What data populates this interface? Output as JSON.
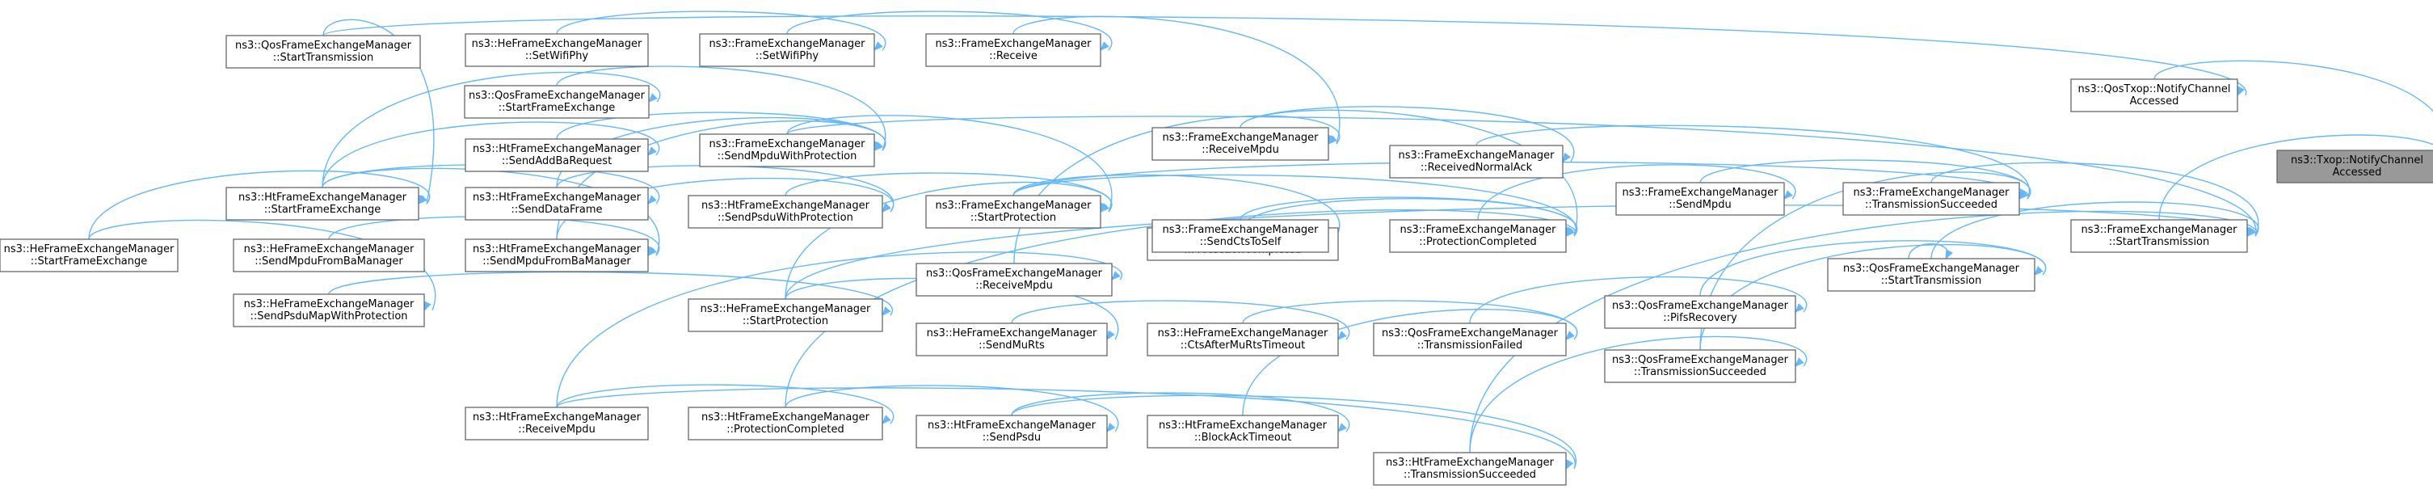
{
  "graph": {
    "title": "",
    "nodes": [
      {
        "id": "root",
        "line1": "ns3::Txop::NotifyChannel",
        "line2": "Accessed",
        "root": true
      },
      {
        "id": "qtxop",
        "line1": "ns3::QosTxop::NotifyChannel",
        "line2": "Accessed"
      },
      {
        "id": "fem_st",
        "line1": "ns3::FrameExchangeManager",
        "line2": "::StartTransmission"
      },
      {
        "id": "fem_ts",
        "line1": "ns3::FrameExchangeManager",
        "line2": "::TransmissionSucceeded"
      },
      {
        "id": "qfem_st2",
        "line1": "ns3::QosFrameExchangeManager",
        "line2": "::StartTransmission"
      },
      {
        "id": "fem_sm",
        "line1": "ns3::FrameExchangeManager",
        "line2": "::SendMpdu"
      },
      {
        "id": "qfem_pifs",
        "line1": "ns3::QosFrameExchangeManager",
        "line2": "::PifsRecovery"
      },
      {
        "id": "qfem_ts",
        "line1": "ns3::QosFrameExchangeManager",
        "line2": "::TransmissionSucceeded"
      },
      {
        "id": "fem_rna",
        "line1": "ns3::FrameExchangeManager",
        "line2": "::ReceivedNormalAck"
      },
      {
        "id": "fem_pc",
        "line1": "ns3::FrameExchangeManager",
        "line2": "::ProtectionCompleted"
      },
      {
        "id": "hefem_pc",
        "line1": "ns3::HeFrameExchangeManager",
        "line2": "::ProtectionCompleted"
      },
      {
        "id": "qfem_tf",
        "line1": "ns3::QosFrameExchangeManager",
        "line2": "::TransmissionFailed"
      },
      {
        "id": "htfem_ts",
        "line1": "ns3::HtFrameExchangeManager",
        "line2": "::TransmissionSucceeded"
      },
      {
        "id": "fem_rm",
        "line1": "ns3::FrameExchangeManager",
        "line2": "::ReceiveMpdu"
      },
      {
        "id": "fem_scts",
        "line1": "ns3::FrameExchangeManager",
        "line2": "::SendCtsToSelf"
      },
      {
        "id": "hefem_cts",
        "line1": "ns3::HeFrameExchangeManager",
        "line2": "::CtsAfterMuRtsTimeout"
      },
      {
        "id": "htfem_bat",
        "line1": "ns3::HtFrameExchangeManager",
        "line2": "::BlockAckTimeout"
      },
      {
        "id": "fem_recv",
        "line1": "ns3::FrameExchangeManager",
        "line2": "::Receive"
      },
      {
        "id": "fem_sp",
        "line1": "ns3::FrameExchangeManager",
        "line2": "::StartProtection"
      },
      {
        "id": "qfem_rm",
        "line1": "ns3::QosFrameExchangeManager",
        "line2": "::ReceiveMpdu"
      },
      {
        "id": "hefem_smr",
        "line1": "ns3::HeFrameExchangeManager",
        "line2": "::SendMuRts"
      },
      {
        "id": "htfem_sp",
        "line1": "ns3::HtFrameExchangeManager",
        "line2": "::SendPsdu"
      },
      {
        "id": "fem_swp",
        "line1": "ns3::FrameExchangeManager",
        "line2": "::SetWifiPhy"
      },
      {
        "id": "fem_smwp",
        "line1": "ns3::FrameExchangeManager",
        "line2": "::SendMpduWithProtection"
      },
      {
        "id": "htfem_spwp",
        "line1": "ns3::HtFrameExchangeManager",
        "line2": "::SendPsduWithProtection"
      },
      {
        "id": "hefem_sprot",
        "line1": "ns3::HeFrameExchangeManager",
        "line2": "::StartProtection"
      },
      {
        "id": "htfem_pc",
        "line1": "ns3::HtFrameExchangeManager",
        "line2": "::ProtectionCompleted"
      },
      {
        "id": "hefem_swp",
        "line1": "ns3::HeFrameExchangeManager",
        "line2": "::SetWifiPhy"
      },
      {
        "id": "qfem_sfe",
        "line1": "ns3::QosFrameExchangeManager",
        "line2": "::StartFrameExchange"
      },
      {
        "id": "htfem_saba",
        "line1": "ns3::HtFrameExchangeManager",
        "line2": "::SendAddBaRequest"
      },
      {
        "id": "htfem_sdf",
        "line1": "ns3::HtFrameExchangeManager",
        "line2": "::SendDataFrame"
      },
      {
        "id": "htfem_smfbm",
        "line1": "ns3::HtFrameExchangeManager",
        "line2": "::SendMpduFromBaManager"
      },
      {
        "id": "hefem_smfbm",
        "line1": "ns3::HeFrameExchangeManager",
        "line2": "::SendMpduFromBaManager"
      },
      {
        "id": "hefem_spmwp",
        "line1": "ns3::HeFrameExchangeManager",
        "line2": "::SendPsduMapWithProtection"
      },
      {
        "id": "htfem_rm",
        "line1": "ns3::HtFrameExchangeManager",
        "line2": "::ReceiveMpdu"
      },
      {
        "id": "qfem_st1",
        "line1": "ns3::QosFrameExchangeManager",
        "line2": "::StartTransmission"
      },
      {
        "id": "htfem_sfe",
        "line1": "ns3::HtFrameExchangeManager",
        "line2": "::StartFrameExchange"
      },
      {
        "id": "hefem_sfe",
        "line1": "ns3::HeFrameExchangeManager",
        "line2": "::StartFrameExchange"
      }
    ],
    "edges": [
      [
        "qtxop",
        "root"
      ],
      [
        "fem_st",
        "root"
      ],
      [
        "qfem_st1",
        "qtxop"
      ],
      [
        "fem_ts",
        "fem_st"
      ],
      [
        "qfem_st2",
        "fem_st"
      ],
      [
        "fem_smwp",
        "fem_st"
      ],
      [
        "hefem_sprot",
        "fem_st"
      ],
      [
        "htfem_ts",
        "fem_st"
      ],
      [
        "qfem_st2",
        "qfem_st2"
      ],
      [
        "fem_sm",
        "fem_ts"
      ],
      [
        "fem_rna",
        "fem_ts"
      ],
      [
        "qfem_ts",
        "fem_ts"
      ],
      [
        "fem_sp",
        "fem_ts"
      ],
      [
        "qfem_pifs",
        "qfem_st2"
      ],
      [
        "qfem_ts",
        "qfem_st2"
      ],
      [
        "fem_pc",
        "fem_sm"
      ],
      [
        "qfem_tf",
        "qfem_pifs"
      ],
      [
        "htfem_ts",
        "qfem_ts"
      ],
      [
        "fem_rm",
        "fem_rna"
      ],
      [
        "fem_rm",
        "fem_pc"
      ],
      [
        "fem_scts",
        "fem_pc"
      ],
      [
        "fem_sp",
        "fem_pc"
      ],
      [
        "hefem_pc",
        "fem_pc"
      ],
      [
        "htfem_pc",
        "fem_pc"
      ],
      [
        "hefem_cts",
        "qfem_tf"
      ],
      [
        "htfem_bat",
        "qfem_tf"
      ],
      [
        "htfem_rm",
        "htfem_ts"
      ],
      [
        "htfem_sp",
        "htfem_ts"
      ],
      [
        "fem_recv",
        "fem_rm"
      ],
      [
        "qfem_rm",
        "fem_rm"
      ],
      [
        "fem_sp",
        "fem_scts"
      ],
      [
        "hefem_smr",
        "hefem_cts"
      ],
      [
        "htfem_sp",
        "htfem_bat"
      ],
      [
        "fem_swp",
        "fem_recv"
      ],
      [
        "fem_smwp",
        "fem_sp"
      ],
      [
        "htfem_spwp",
        "fem_sp"
      ],
      [
        "hefem_sprot",
        "fem_sp"
      ],
      [
        "htfem_rm",
        "qfem_rm"
      ],
      [
        "hefem_sprot",
        "hefem_smr"
      ],
      [
        "htfem_pc",
        "htfem_sp"
      ],
      [
        "hefem_swp",
        "fem_swp"
      ],
      [
        "qfem_sfe",
        "fem_smwp"
      ],
      [
        "htfem_saba",
        "fem_smwp"
      ],
      [
        "htfem_sdf",
        "fem_smwp"
      ],
      [
        "htfem_smfbm",
        "fem_smwp"
      ],
      [
        "htfem_sdf",
        "htfem_spwp"
      ],
      [
        "htfem_smfbm",
        "htfem_spwp"
      ],
      [
        "hefem_spmwp",
        "hefem_sprot"
      ],
      [
        "htfem_rm",
        "htfem_pc"
      ],
      [
        "htfem_sfe",
        "qfem_sfe"
      ],
      [
        "htfem_sfe",
        "htfem_saba"
      ],
      [
        "htfem_sfe",
        "htfem_sdf"
      ],
      [
        "htfem_sfe",
        "htfem_smfbm"
      ],
      [
        "hefem_smfbm",
        "htfem_smfbm"
      ],
      [
        "qfem_st1",
        "htfem_sfe"
      ],
      [
        "hefem_sfe",
        "htfem_sfe"
      ],
      [
        "hefem_sfe",
        "hefem_spmwp"
      ]
    ]
  }
}
